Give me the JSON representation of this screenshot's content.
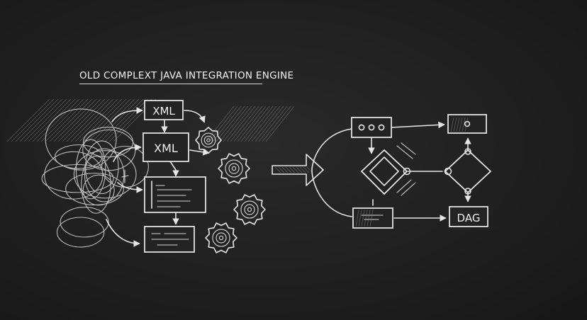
{
  "title": "OLD COMPLEXT JAVA INTEGRATION ENGINE",
  "legacy": {
    "node_labels": [
      "XML",
      "XML"
    ]
  },
  "modern": {
    "dag_label": "DAG"
  },
  "colors": {
    "background": "#1f1f1f",
    "chalk": "#e6e6e6"
  }
}
